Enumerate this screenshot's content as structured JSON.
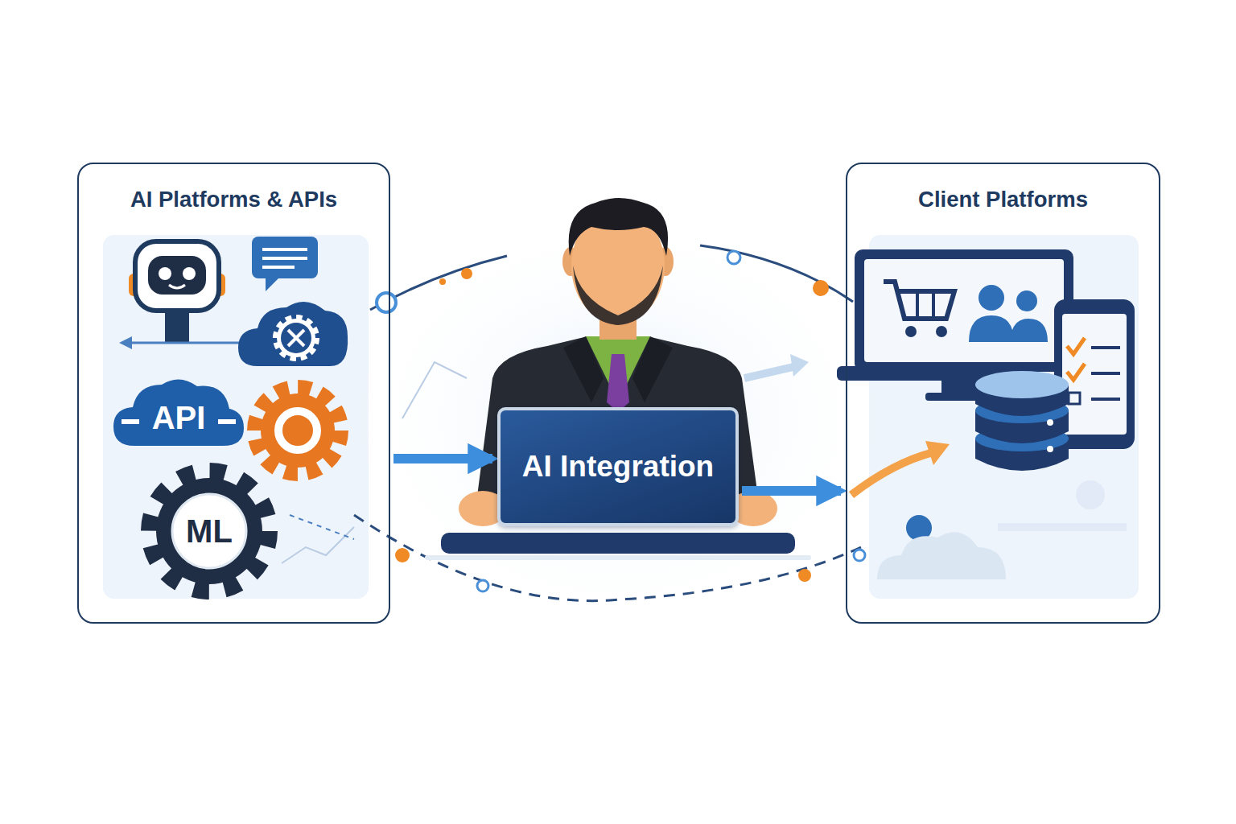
{
  "diagram": {
    "nodes": [
      {
        "text": [
          "AI Platforms & APIs"
        ]
      },
      {
        "text": [
          "API"
        ],
        "in": 0
      },
      {
        "text": [
          "ML"
        ],
        "in": 0
      },
      {
        "text": [
          "AI Integration"
        ]
      },
      {
        "text": [
          "Client Platforms"
        ]
      }
    ],
    "edges": [
      {
        "from": 0,
        "to": 3,
        "arrow": "to"
      },
      {
        "from": 3,
        "to": 4,
        "arrow": "to"
      }
    ]
  }
}
